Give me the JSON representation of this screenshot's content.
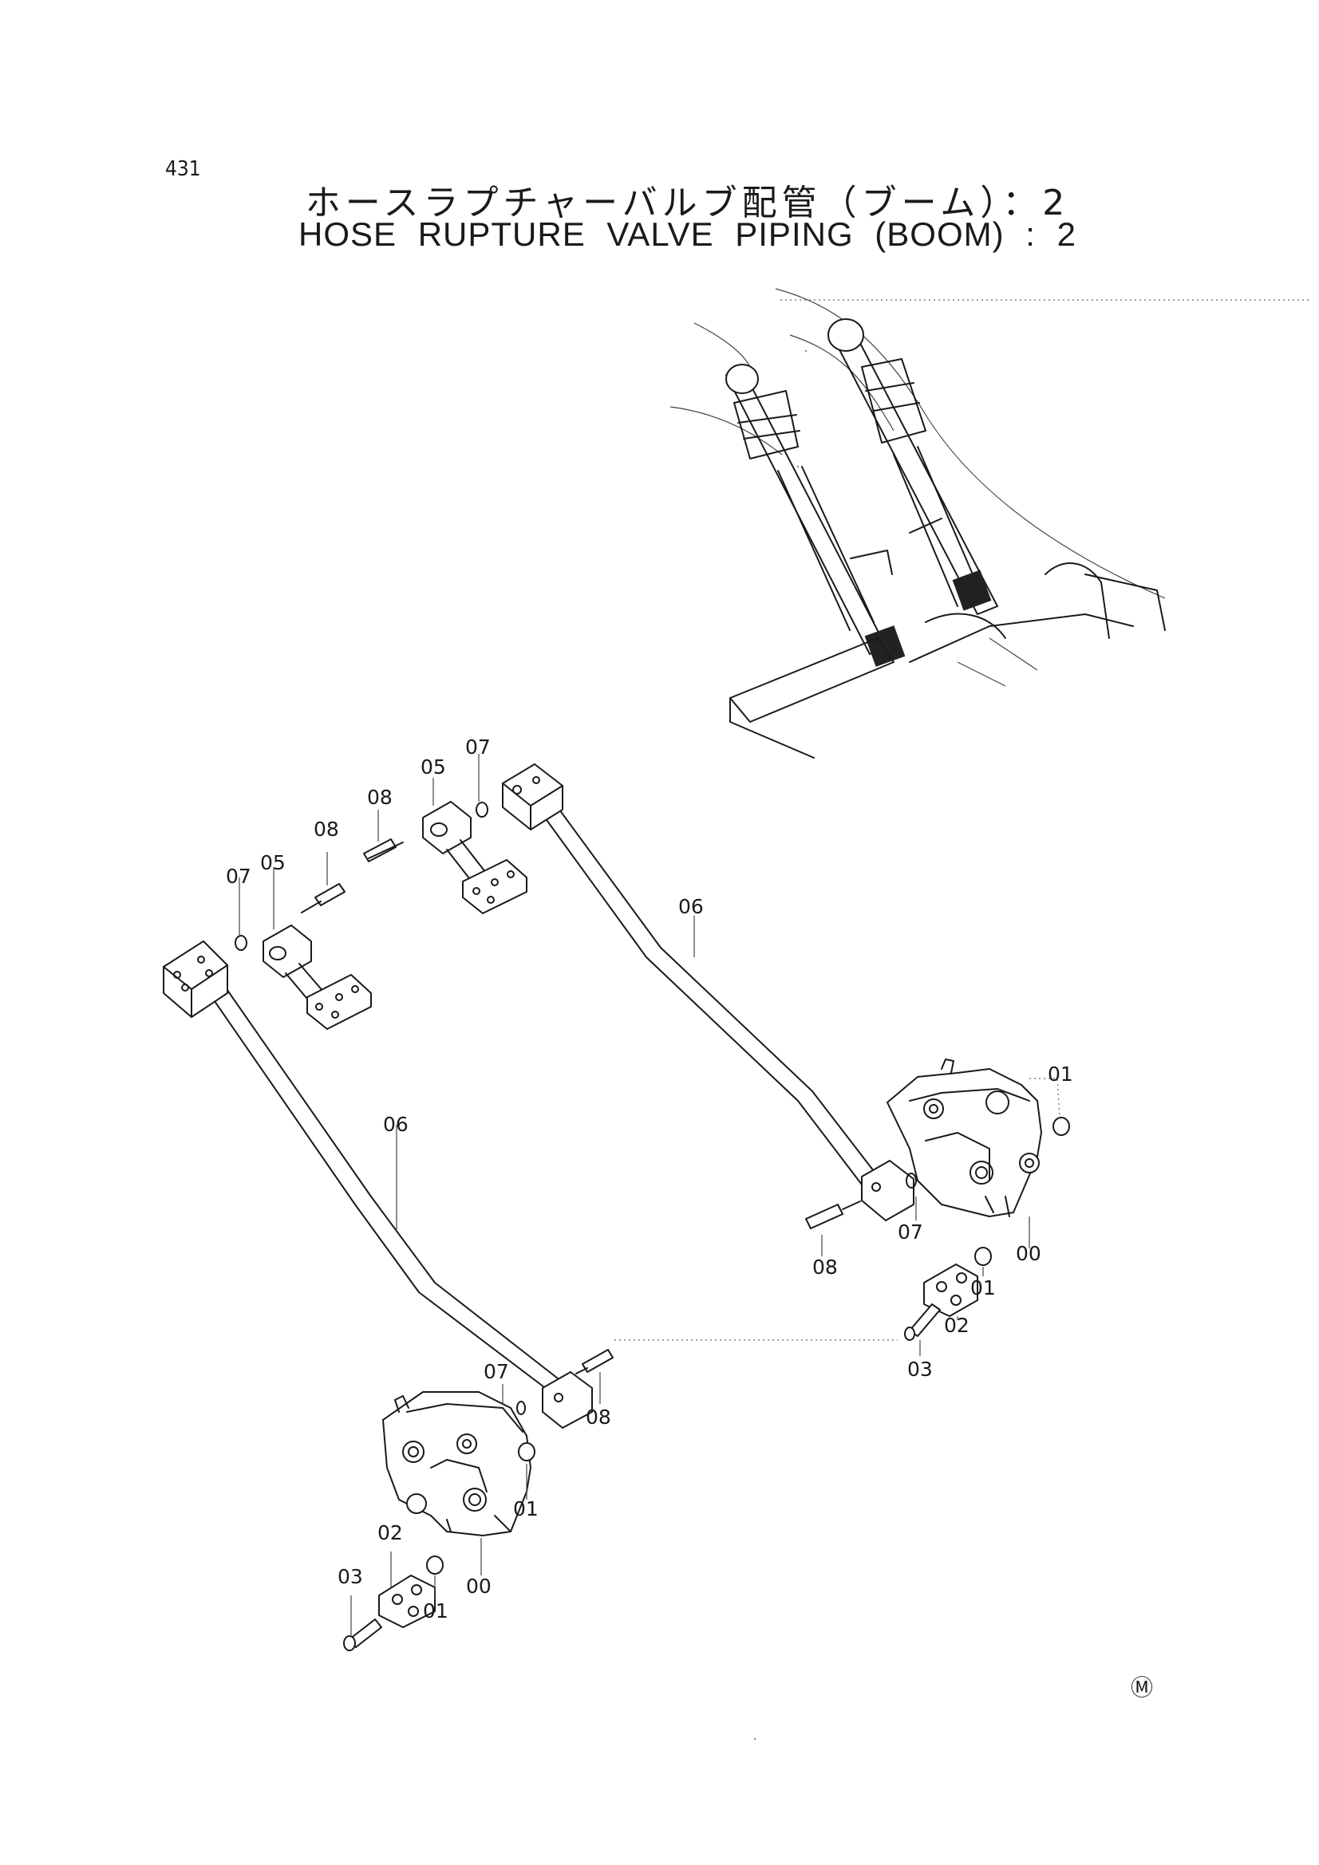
{
  "page_number": "431",
  "title_japanese": "ホースラプチャーバルブ配管（ブーム）：2",
  "title_english": "HOSE RUPTURE VALVE PIPING (BOOM) : 2",
  "part_labels": {
    "lbl_07_a": "07",
    "lbl_05_a": "05",
    "lbl_08_a": "08",
    "lbl_07_b": "07",
    "lbl_05_b": "05",
    "lbl_08_b": "08",
    "lbl_06_right": "06",
    "lbl_06_left": "06",
    "lbl_01_r1": "01",
    "lbl_07_r": "07",
    "lbl_08_r": "08",
    "lbl_00_r": "00",
    "lbl_01_r2": "01",
    "lbl_02_r": "02",
    "lbl_03_r": "03",
    "lbl_07_l": "07",
    "lbl_08_l": "08",
    "lbl_01_l1": "01",
    "lbl_02_l": "02",
    "lbl_03_l": "03",
    "lbl_00_l": "00",
    "lbl_01_l2": "01"
  },
  "mark": "Ⓜ"
}
